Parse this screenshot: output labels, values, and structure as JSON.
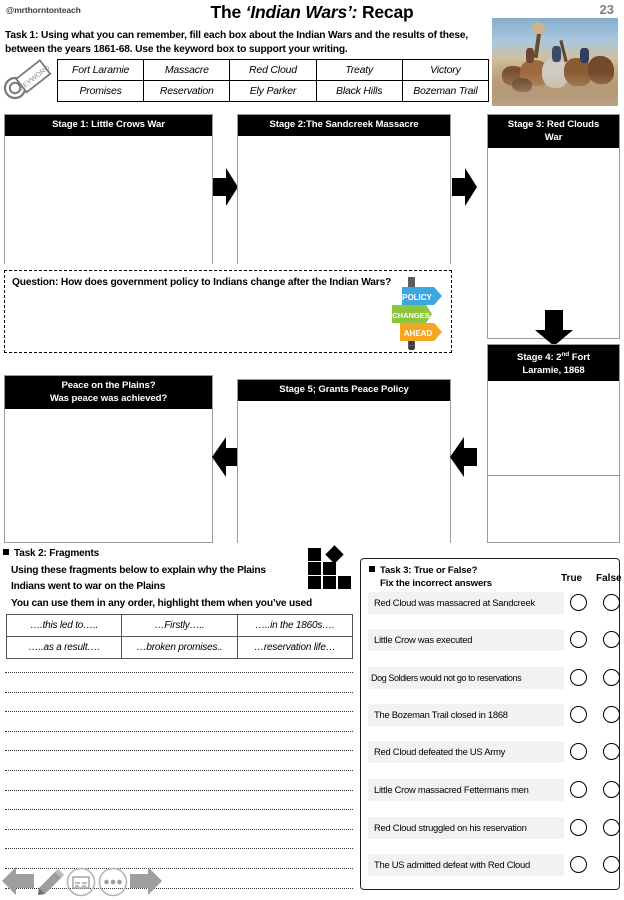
{
  "header": {
    "handle": "@mrthorntonteach",
    "title_prefix": "The ",
    "title_italic": "‘Indian Wars’:",
    "title_suffix": " Recap",
    "page_number": "23",
    "painting_alt": "battle-painting-icon"
  },
  "task1": {
    "instructions": "Task 1: Using what you can remember, fill each box about the Indian Wars and the results of these, between the years 1861-68. Use the keyword box to support your writing.",
    "key_icon_label": "KEYWORD",
    "keywords": [
      [
        "Fort Laramie",
        "Massacre",
        "Red Cloud",
        "Treaty",
        "Victory"
      ],
      [
        "Promises",
        "Reservation",
        "Ely Parker",
        "Black Hills",
        "Bozeman Trail"
      ]
    ]
  },
  "stages": {
    "stage1": "Stage 1: Little Crows War",
    "stage2": "Stage 2:The Sandcreek Massacre",
    "stage3_line1": "Stage 3: Red Clouds",
    "stage3_line2": "War",
    "stage4_line1_a": "Stage 4: 2",
    "stage4_line1_sup": "nd",
    "stage4_line1_b": " Fort",
    "stage4_line2": "Laramie, 1868",
    "stage5": "Stage 5; Grants Peace Policy",
    "peace_line1": "Peace on the Plains?",
    "peace_line2": "Was peace was achieved?"
  },
  "question": {
    "text": "Question: How does government policy to Indians change after the Indian Wars?",
    "signpost": {
      "top": "POLICY",
      "middle": "CHANGES",
      "bottom": "AHEAD",
      "top_color": "#3ba8e0",
      "middle_color": "#8cc63f",
      "bottom_color": "#f5a623"
    }
  },
  "task2": {
    "title": "Task 2: Fragments",
    "line1": "Using these fragments below to explain why the Plains",
    "line2": "Indians went to war on the Plains",
    "line3": "You can use them in any order, highlight them when you’ve used",
    "fragments": [
      [
        "….this led to…..",
        "…Firstly…..",
        "…..in the 1860s…."
      ],
      [
        "…..as a result….",
        "…broken promises..",
        "…reservation life…"
      ]
    ]
  },
  "task3": {
    "title": "Task 3: True or False?",
    "subtitle": "Fix the incorrect answers",
    "col_true": "True",
    "col_false": "False",
    "statements": [
      "Red Cloud was massacred at Sandcreek",
      "Little Crow was executed",
      "Dog Soldiers would not go to reservations",
      "The Bozeman Trail closed in 1868",
      "Red Cloud defeated the US Army",
      "Little Crow massacred Fettermans men",
      "Red Cloud struggled on his reservation",
      "The US admitted defeat with Red Cloud"
    ]
  },
  "toolbar": {
    "back": "left-arrow-icon",
    "pencil": "pencil-icon",
    "note": "note-card-icon",
    "more": "more-options-icon",
    "forward": "right-arrow-icon"
  },
  "colors": {
    "header_bar": "#000000",
    "row_bg": "#f2f2f2",
    "accent_gray": "#9b9b9b"
  }
}
